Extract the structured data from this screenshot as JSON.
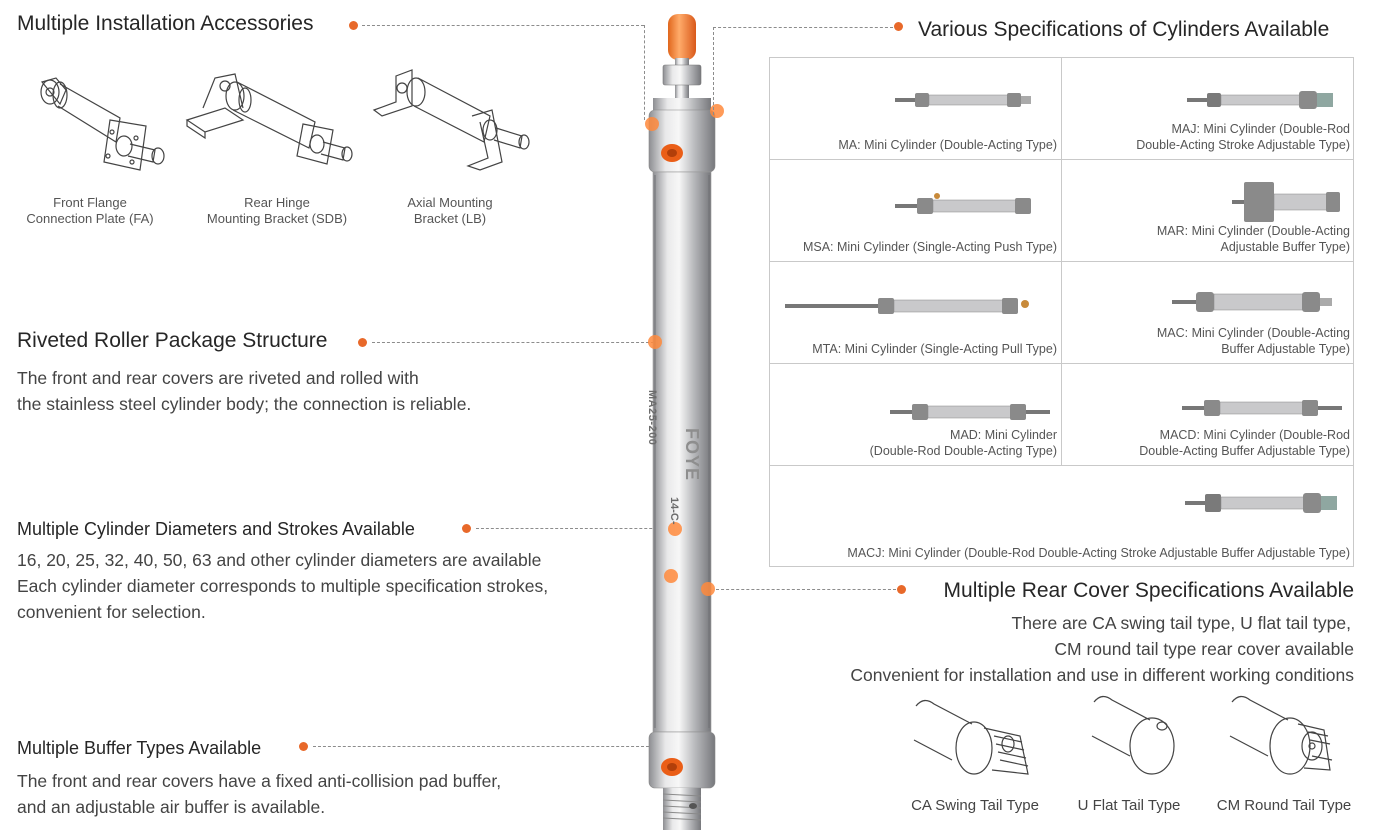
{
  "accessories": {
    "title": "Multiple Installation Accessories",
    "items": [
      {
        "label": "Front Flange\nConnection Plate (FA)",
        "icon": "front-flange-plate-icon"
      },
      {
        "label": "Rear Hinge\nMounting Bracket (SDB)",
        "icon": "rear-hinge-bracket-icon"
      },
      {
        "label": "Axial Mounting\nBracket (LB)",
        "icon": "axial-mounting-bracket-icon"
      }
    ]
  },
  "riveted": {
    "title": "Riveted Roller Package Structure",
    "line1": "The front and rear covers are riveted and rolled with",
    "line2": "the stainless steel cylinder body; the connection is reliable."
  },
  "diameters": {
    "title": "Multiple Cylinder Diameters and Strokes Available",
    "line1": "16, 20, 25, 32, 40, 50, 63 and other cylinder diameters are available",
    "line2": "Each cylinder diameter corresponds to multiple specification strokes,",
    "line3": "convenient for selection."
  },
  "buffer": {
    "title": "Multiple Buffer Types Available",
    "line1": "The front and rear covers have a fixed anti-collision pad buffer,",
    "line2": "and an adjustable air buffer is available."
  },
  "specs": {
    "title": "Various Specifications of Cylinders Available",
    "cells": [
      {
        "label": "MA: Mini Cylinder (Double-Acting Type)"
      },
      {
        "label": "MAJ: Mini Cylinder (Double-Rod\nDouble-Acting Stroke Adjustable Type)"
      },
      {
        "label": "MSA: Mini Cylinder (Single-Acting Push Type)"
      },
      {
        "label": "MAR: Mini Cylinder (Double-Acting\nAdjustable Buffer Type)"
      },
      {
        "label": "MTA: Mini Cylinder (Single-Acting Pull Type)"
      },
      {
        "label": "MAC: Mini Cylinder (Double-Acting\nBuffer Adjustable Type)"
      },
      {
        "label": "MAD: Mini Cylinder\n(Double-Rod Double-Acting Type)"
      },
      {
        "label": "MACD: Mini Cylinder (Double-Rod\nDouble-Acting Buffer Adjustable Type)"
      },
      {
        "label": "MACJ: Mini Cylinder (Double-Rod Double-Acting Stroke Adjustable Buffer Adjustable Type)"
      }
    ]
  },
  "rear": {
    "title": "Multiple Rear Cover Specifications Available",
    "line1": "There are CA swing tail type, U flat tail type,",
    "line2": "CM round tail type rear cover available",
    "line3": "Convenient for installation and use in different working conditions",
    "tails": [
      {
        "label": "CA Swing Tail Type",
        "icon": "ca-swing-tail-icon"
      },
      {
        "label": "U Flat Tail Type",
        "icon": "u-flat-tail-icon"
      },
      {
        "label": "CM Round Tail Type",
        "icon": "cm-round-tail-icon"
      }
    ]
  },
  "cylinder": {
    "model": "MA25-200",
    "brand": "FOYE",
    "code": "14-C-"
  },
  "colors": {
    "accent": "#e8692a",
    "steel": "#c9c9cb",
    "text": "#262626"
  }
}
